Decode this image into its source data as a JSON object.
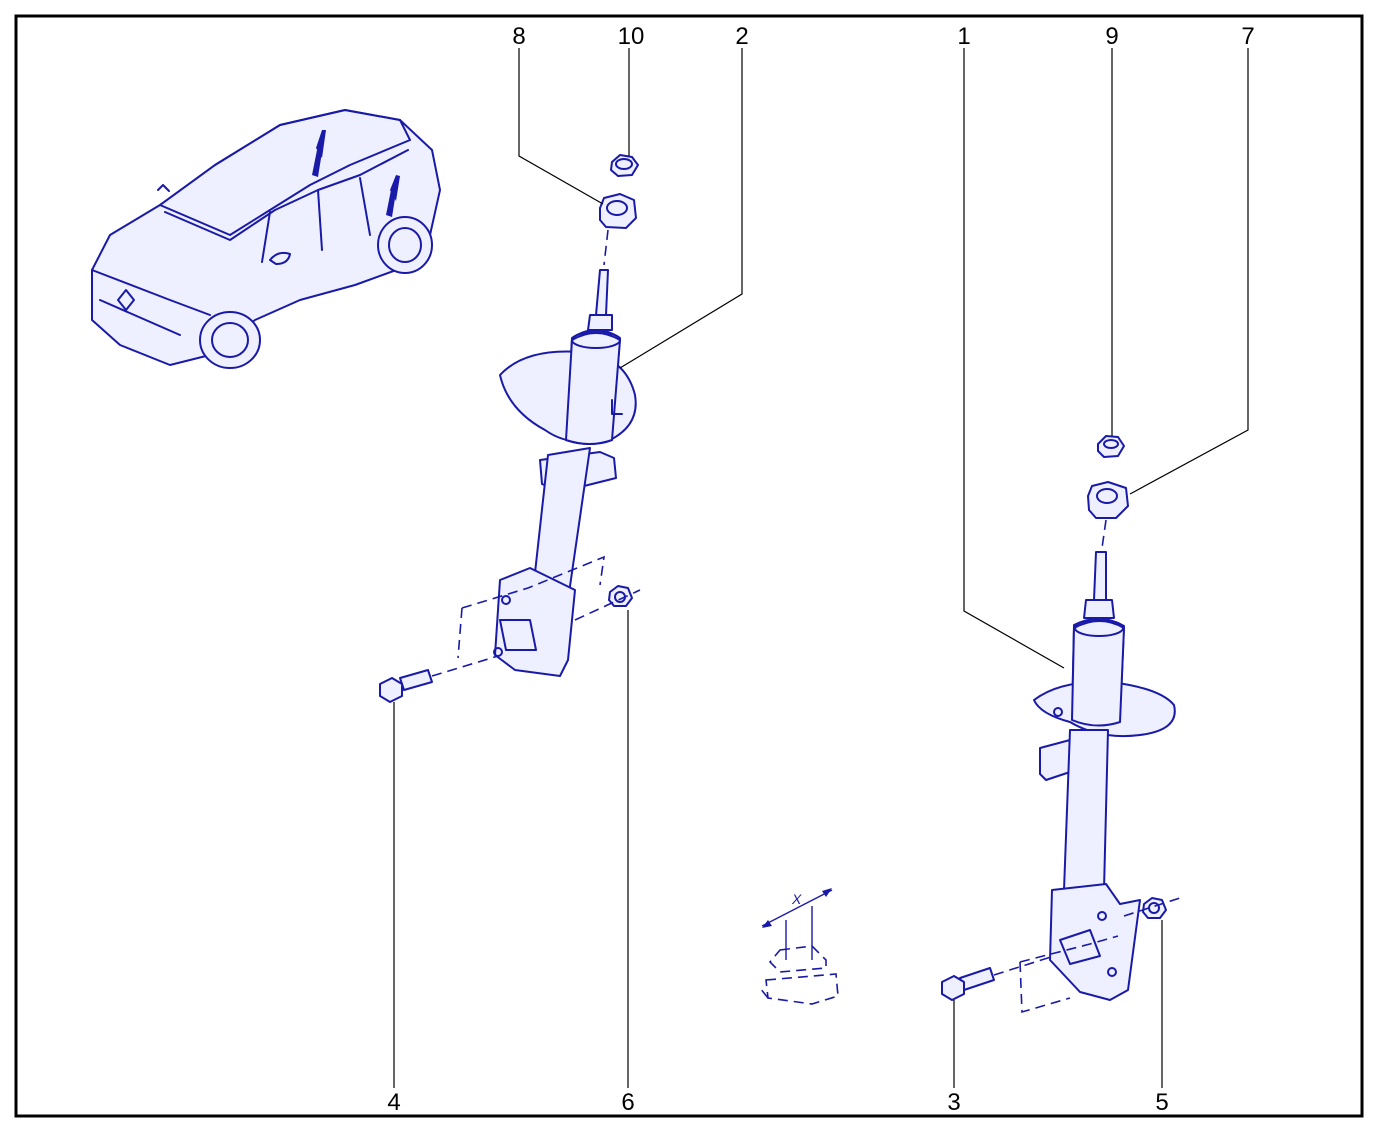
{
  "diagram": {
    "callouts": [
      {
        "id": "c8",
        "text": "8"
      },
      {
        "id": "c10",
        "text": "10"
      },
      {
        "id": "c2",
        "text": "2"
      },
      {
        "id": "c1",
        "text": "1"
      },
      {
        "id": "c9",
        "text": "9"
      },
      {
        "id": "c7",
        "text": "7"
      },
      {
        "id": "c4",
        "text": "4"
      },
      {
        "id": "c6",
        "text": "6"
      },
      {
        "id": "c3",
        "text": "3"
      },
      {
        "id": "c5",
        "text": "5"
      }
    ],
    "detail_label": "X",
    "colors": {
      "line_art": "#1a1aa8",
      "frame": "#000000",
      "callout_text": "#000000"
    }
  }
}
